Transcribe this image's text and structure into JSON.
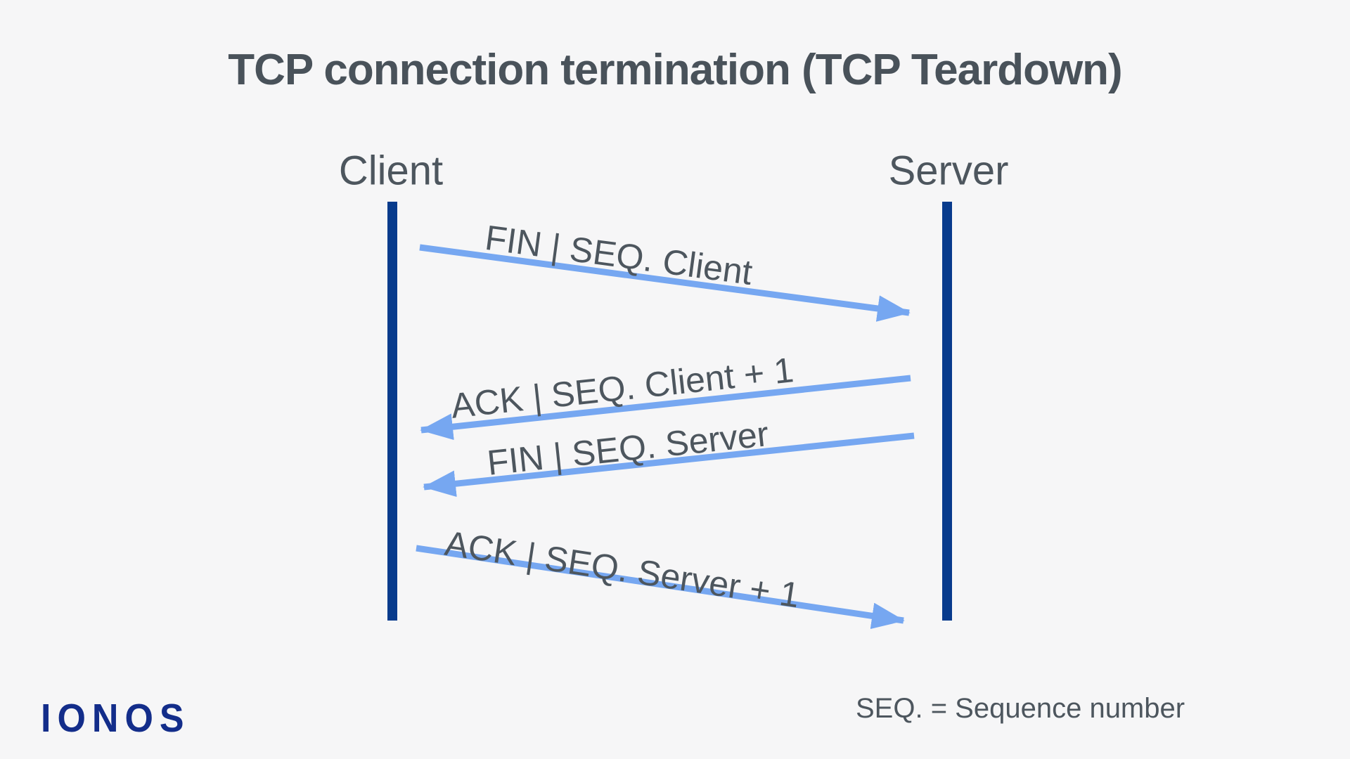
{
  "title": "TCP connection termination (TCP Teardown)",
  "diagram": {
    "actors": [
      {
        "id": "client",
        "label": "Client"
      },
      {
        "id": "server",
        "label": "Server"
      }
    ],
    "messages": [
      {
        "label": "FIN | SEQ. Client",
        "from": "client",
        "to": "server"
      },
      {
        "label": "ACK | SEQ. Client + 1",
        "from": "server",
        "to": "client"
      },
      {
        "label": "FIN | SEQ. Server",
        "from": "server",
        "to": "client"
      },
      {
        "label": "ACK | SEQ. Server + 1",
        "from": "client",
        "to": "server"
      }
    ]
  },
  "footer": {
    "brand": "IONOS",
    "legend": "SEQ. = Sequence number"
  },
  "colors": {
    "bg": "#F6F6F7",
    "bar": "#083B8C",
    "arrow": "#76A7F1",
    "title": "#49525A",
    "label": "#4D565E",
    "logo": "#132D8A"
  }
}
